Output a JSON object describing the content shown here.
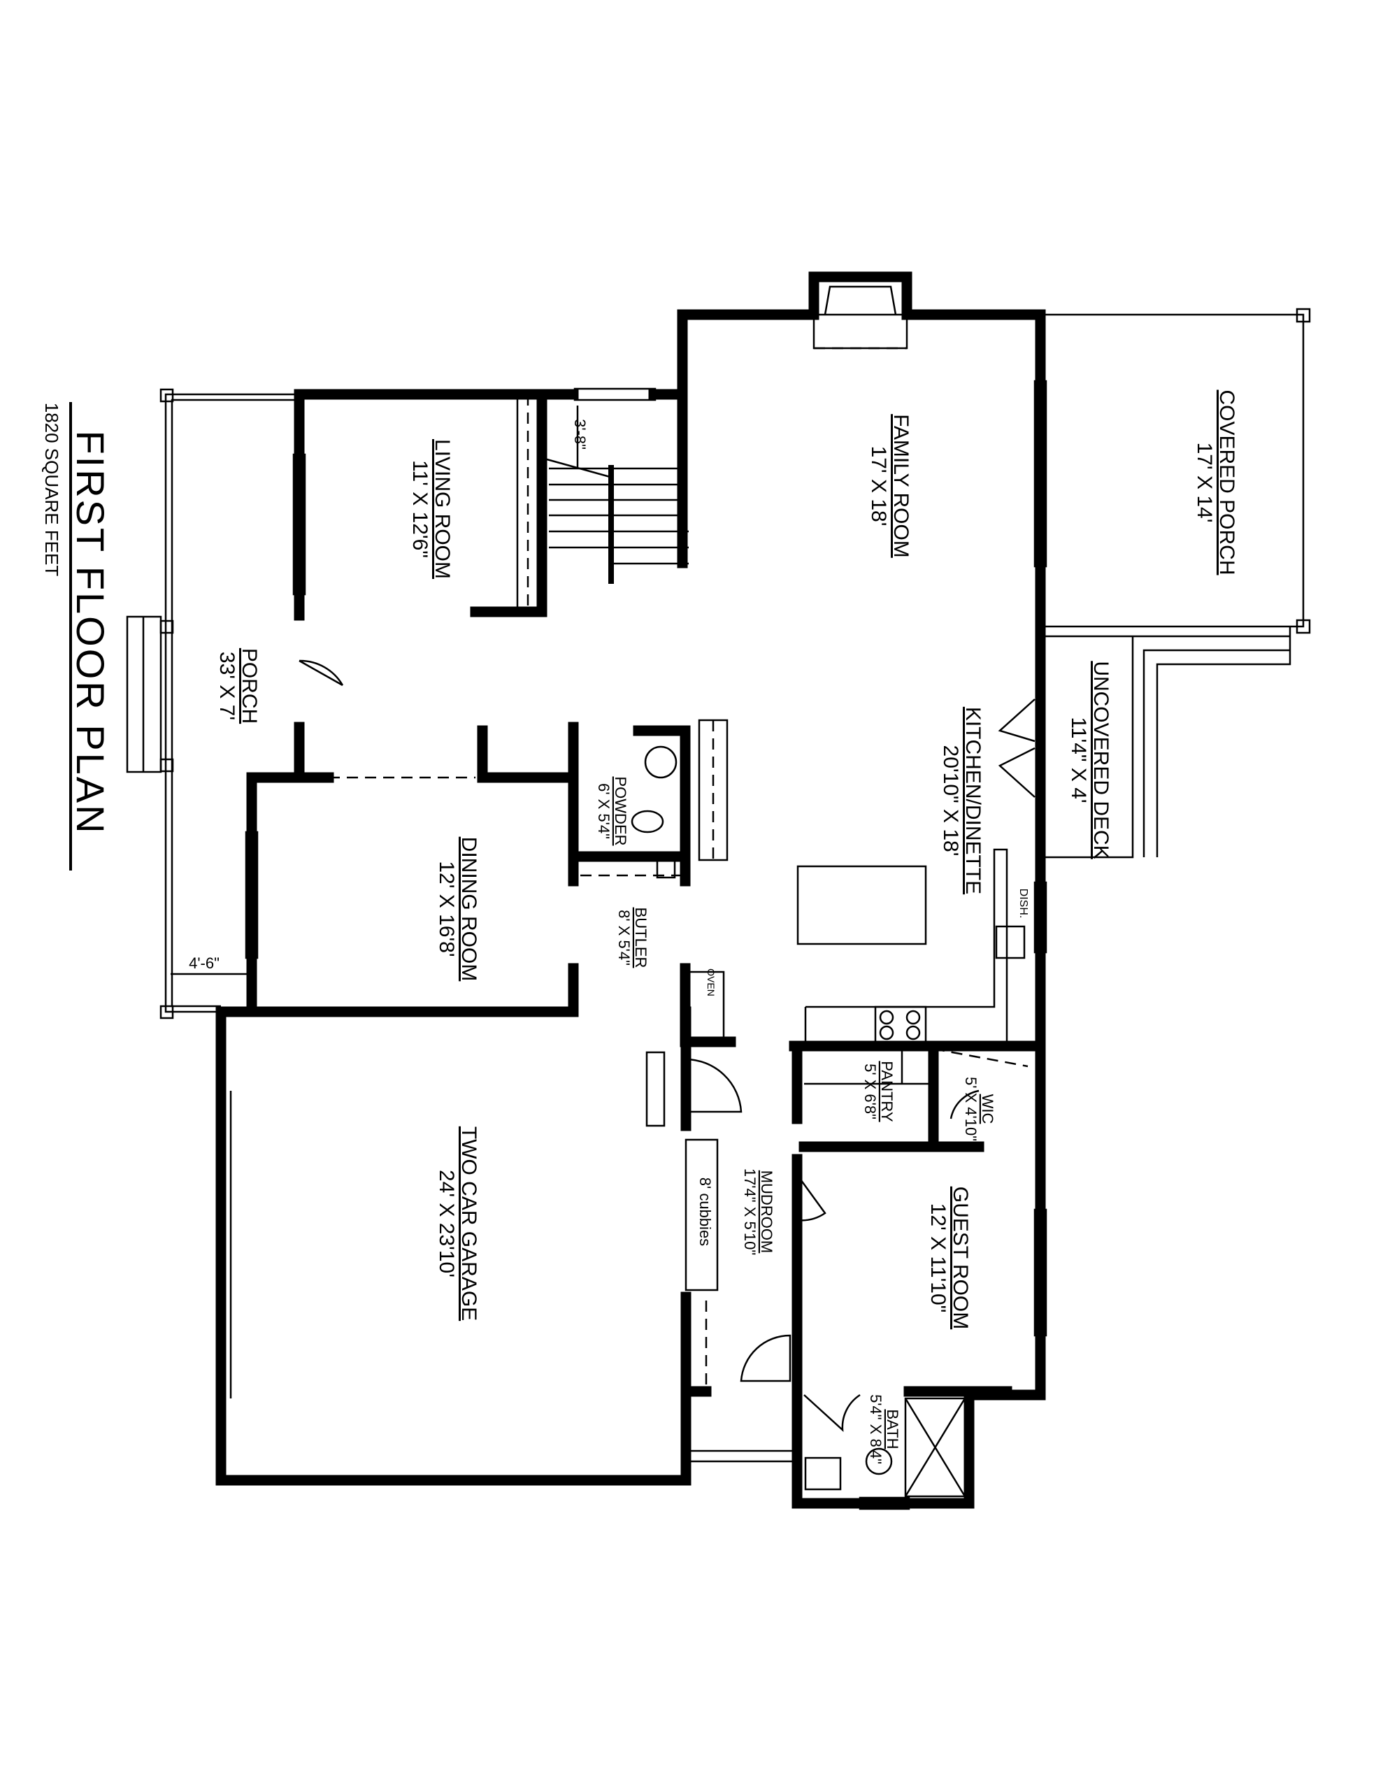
{
  "title": "FIRST FLOOR PLAN",
  "subtitle": "1820 SQUARE FEET",
  "rooms": {
    "family_room": {
      "name": "FAMILY ROOM",
      "dims": "17' X 18'"
    },
    "covered_porch": {
      "name": "COVERED PORCH",
      "dims": "17' X 14'"
    },
    "living_room": {
      "name": "LIVING ROOM",
      "dims": "11' X 12'6\""
    },
    "porch": {
      "name": "PORCH",
      "dims": "33' X 7'"
    },
    "kitchen": {
      "name": "KITCHEN/DINETTE",
      "dims": "20'10\" X 18'"
    },
    "uncovered_deck": {
      "name": "UNCOVERED DECK",
      "dims": "11'4\" X 4'"
    },
    "powder": {
      "name": "POWDER",
      "dims": "6' X 5'4\""
    },
    "dining_room": {
      "name": "DINING ROOM",
      "dims": "12' X 16'8'"
    },
    "butler": {
      "name": "BUTLER",
      "dims": "8' X 5'4\""
    },
    "garage": {
      "name": "TWO CAR GARAGE",
      "dims": "24' X 23'10'"
    },
    "mudroom": {
      "name": "MUDROOM",
      "dims": "17'4\" X 5'10\""
    },
    "pantry": {
      "name": "PANTRY",
      "dims": "5' X 6'8\""
    },
    "wic": {
      "name": "WIC",
      "dims": "5' X 4'10\""
    },
    "guest_room": {
      "name": "GUEST ROOM",
      "dims": "12' X 11'10\""
    },
    "bath": {
      "name": "BATH",
      "dims": "5'4\" X 8'4\""
    }
  },
  "annotations": {
    "cubbies": "8' cubbies",
    "stair_dim": "3'-8\"",
    "porch_dim": "4'-6\"",
    "oven": "OVEN",
    "dish": "DISH."
  }
}
